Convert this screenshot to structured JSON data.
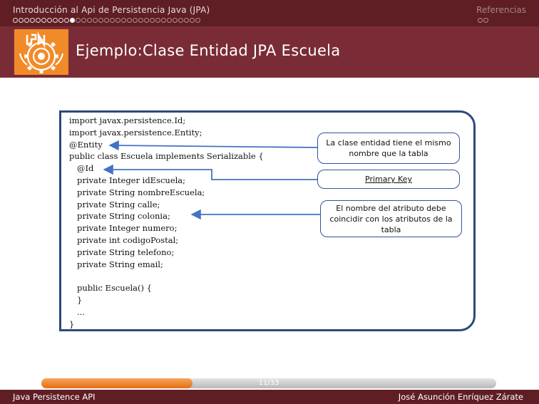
{
  "header": {
    "section_title": "Introducción al Api de Persistencia Java (JPA)",
    "refs_title": "Referencias",
    "main_dots": {
      "seen": 10,
      "current": 1,
      "unseen": 22
    },
    "refs_dots": {
      "seen": 0,
      "current": 0,
      "unseen": 2
    }
  },
  "frame": {
    "title": "Ejemplo:Clase Entidad JPA Escuela",
    "logo_icon": "ipn-logo-icon"
  },
  "code": {
    "lines": [
      "import javax.persistence.Id;",
      "import javax.persistence.Entity;",
      "@Entity",
      "public class Escuela implements Serializable {",
      "   @Id",
      "   private Integer idEscuela;",
      "   private String nombreEscuela;",
      "   private String calle;",
      "   private String colonia;",
      "   private Integer numero;",
      "   private int codigoPostal;",
      "   private String telefono;",
      "   private String email;",
      "",
      "   public Escuela() {",
      "   }",
      "   ...",
      "}"
    ]
  },
  "callouts": {
    "entity": "La clase entidad tiene el mismo nombre que la tabla",
    "primary_key": "Primary Key",
    "attributes": "El nombre del atributo debe coincidir con los atributos de la tabla"
  },
  "footer": {
    "page": "11/33",
    "progress": 0.333,
    "left": "Java Persistence API",
    "right": "José Asunción Enríquez Zárate"
  },
  "colors": {
    "bar": "#5f1e24",
    "banner": "#7a2c36",
    "logo_bg": "#f18b2a",
    "frame_border": "#2c4a7a",
    "callout_border": "#2f5597",
    "arrow": "#4472c4"
  }
}
